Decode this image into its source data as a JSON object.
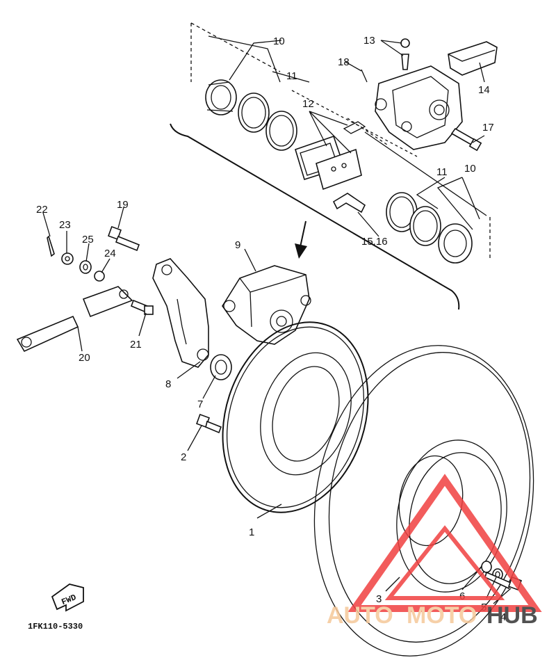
{
  "diagram": {
    "part_code": "1FK110-5330",
    "direction_label": "FWD",
    "callouts": {
      "c1": "1",
      "c2": "2",
      "c3": "3",
      "c4": "4",
      "c5": "5",
      "c6": "6",
      "c7": "7",
      "c8": "8",
      "c9": "9",
      "c10a": "10",
      "c10b": "10",
      "c11a": "11",
      "c11b": "11",
      "c12": "12",
      "c13": "13",
      "c14": "14",
      "c1516": "15.16",
      "c17": "17",
      "c18": "18",
      "c19": "19",
      "c20": "20",
      "c21": "21",
      "c22": "22",
      "c23": "23",
      "c24": "24",
      "c25": "25"
    }
  },
  "watermark": {
    "part1": "AUTO",
    "part2": "MOTO",
    "part3": "HUB",
    "color_accent": "#f04040",
    "color_text": "#f5c89a",
    "color_hub": "#333333"
  }
}
